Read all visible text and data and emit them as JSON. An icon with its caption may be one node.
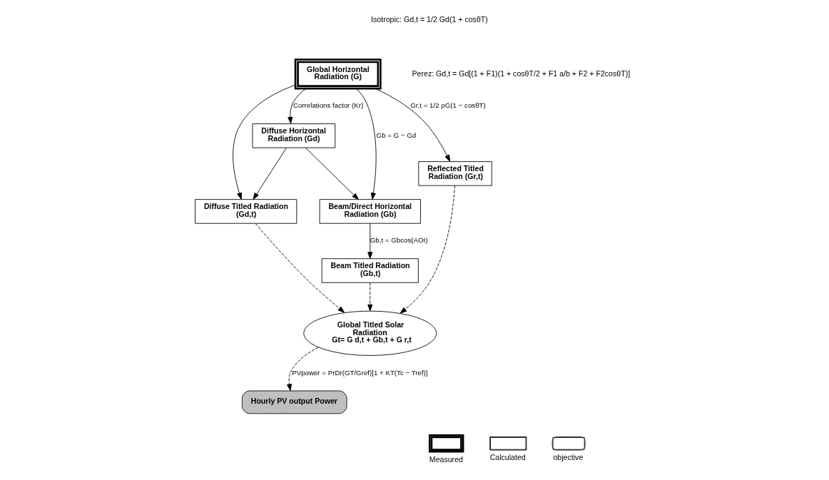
{
  "diagram": {
    "nodes": [
      {
        "text": [
          "Global Horizontal Radiation (G)"
        ]
      },
      {
        "text": [
          "Diffuse Titled Radiation (Gd,t)"
        ]
      },
      {
        "text": [
          "Diffuse Horizontal Radiation (Gd)"
        ]
      },
      {
        "text": [
          "Beam/Direct Horizontal Radiation (Gb)"
        ]
      },
      {
        "text": [
          "Beam Titled Radiation (Gb,t)"
        ]
      },
      {
        "text": [
          "Reflected Titled Radiation (Gr,t)"
        ]
      },
      {
        "text": [
          "Global Titled Solar Radiation",
          "Gt= G d,t + Gb,t + G r,t"
        ]
      },
      {
        "text": [
          "Hourly PV output Power"
        ]
      }
    ],
    "edges": [
      {
        "from": 0,
        "to": 2,
        "arrow": "to",
        "label": "Correlations factor (Kr)"
      },
      {
        "from": 0,
        "to": 1,
        "arrow": "to"
      },
      {
        "from": 2,
        "to": 1,
        "arrow": "to"
      },
      {
        "from": 0,
        "to": 3,
        "arrow": "to",
        "label": "Gb = G − Gd"
      },
      {
        "from": 2,
        "to": 3,
        "arrow": "to"
      },
      {
        "from": 3,
        "to": 4,
        "arrow": "to",
        "label": "Gb,t = Gbcos(AOI)"
      },
      {
        "from": 0,
        "to": 5,
        "arrow": "to",
        "label": "Gr,t = 1/2 ρG(1 − cosθT)"
      },
      {
        "from": 1,
        "to": 6,
        "arrow": "to",
        "style": "dashed"
      },
      {
        "from": 4,
        "to": 6,
        "arrow": "to",
        "style": "dashed"
      },
      {
        "from": 5,
        "to": 6,
        "arrow": "to",
        "style": "dashed"
      },
      {
        "from": 6,
        "to": 7,
        "arrow": "to",
        "style": "dashed",
        "label": "PVpower = PrDr(GT/Gref)[1 + KT(Tc − Tref)]"
      }
    ],
    "labels": [
      "Isotropic: Gd,t = 1/2 Gd(1 + cosθT)",
      "Perez: Gd,t = Gd[(1 + F1)(1 + cosθT/2 + F1 a/b + F2 + F2cosθT)]"
    ],
    "legend": [
      {
        "text": "Measured"
      },
      {
        "text": "Calculated"
      },
      {
        "text": "objective"
      }
    ]
  }
}
